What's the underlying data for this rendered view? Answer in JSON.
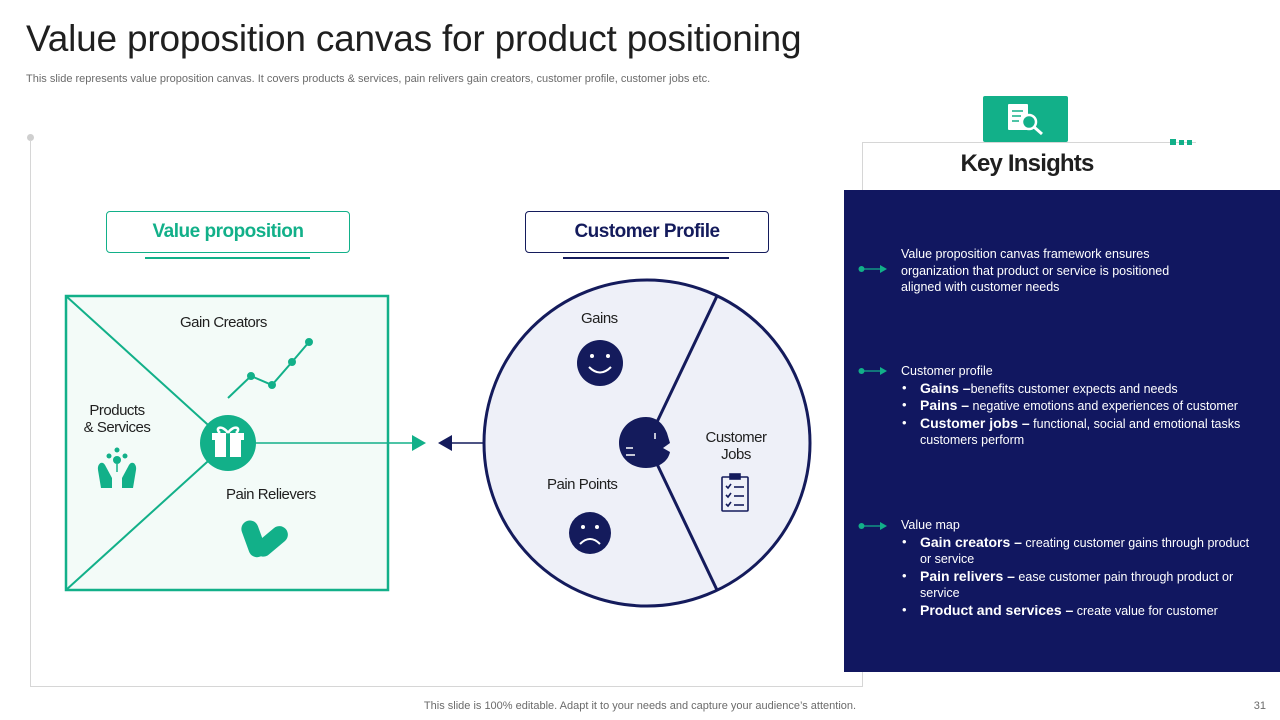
{
  "slide": {
    "title": "Value proposition canvas for product positioning",
    "subtitle": "This slide represents value proposition canvas. It covers products & services, pain relivers gain creators, customer profile, customer jobs etc.",
    "footer": "This slide is 100% editable. Adapt it to your needs and capture your audience’s attention.",
    "page_number": "31"
  },
  "value_proposition": {
    "header": "Value proposition",
    "gain_creators": "Gain Creators",
    "products_services_line1": "Products",
    "products_services_line2": "& Services",
    "pain_relievers": "Pain Relievers"
  },
  "customer_profile": {
    "header": "Customer Profile",
    "gains": "Gains",
    "pain_points": "Pain Points",
    "customer_jobs_line1": "Customer",
    "customer_jobs_line2": "Jobs"
  },
  "key_insights": {
    "title": "Key Insights",
    "item1": "Value proposition canvas framework ensures organization that product or service is positioned aligned with customer needs",
    "item2_heading": "Customer profile",
    "item2_bullets": [
      {
        "term": "Gains –",
        "text": "benefits customer expects and needs"
      },
      {
        "term": "Pains –",
        "text": " negative emotions and experiences of customer"
      },
      {
        "term": "Customer jobs –",
        "text": " functional, social and emotional tasks customers perform"
      }
    ],
    "item3_heading": "Value map",
    "item3_bullets": [
      {
        "term": "Gain creators –",
        "text": " creating customer gains through product or service"
      },
      {
        "term": "Pain relivers –",
        "text": " ease customer pain through product or service"
      },
      {
        "term": "Product and services –",
        "text": " create value for customer"
      }
    ]
  },
  "colors": {
    "accent_green": "#12b089",
    "navy": "#141b5c",
    "panel_navy": "#111760",
    "light_fill": "#f1f3fa",
    "light_green_fill": "#f3fbf8"
  },
  "icons": [
    "gift-icon",
    "hands-icon",
    "pills-icon",
    "growth-chart-icon",
    "smile-icon",
    "sad-icon",
    "clipboard-icon",
    "face-profile-icon",
    "document-search-icon"
  ]
}
